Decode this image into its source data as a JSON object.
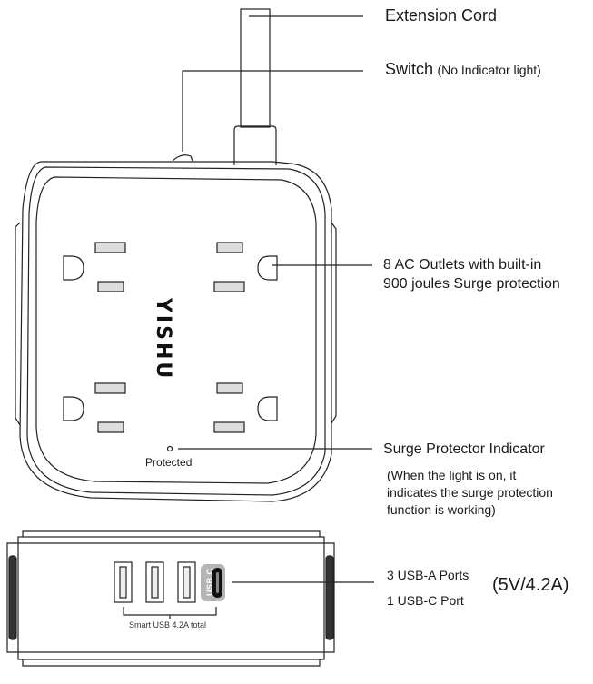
{
  "callouts": {
    "extension_cord": "Extension Cord",
    "switch": "Switch",
    "switch_note": "(No Indicator light)",
    "ac_outlets_line1": "8 AC Outlets with built-in",
    "ac_outlets_line2": "900 joules Surge protection",
    "surge_indicator": "Surge Protector Indicator",
    "surge_note_line1": "(When the light is on, it",
    "surge_note_line2": "indicates the surge protection",
    "surge_note_line3": "function is working)",
    "usb_a": "3 USB-A Ports",
    "usb_c": "1 USB-C Port",
    "usb_spec": "(5V/4.2A)"
  },
  "device": {
    "brand_logo": "YISHU",
    "indicator_label": "Protected",
    "usb_c_port_label": "USB C",
    "usb_total_label": "Smart USB 4.2A total"
  },
  "colors": {
    "line": "#222222",
    "usbc_badge": "#b5b5b5",
    "background": "#ffffff"
  }
}
